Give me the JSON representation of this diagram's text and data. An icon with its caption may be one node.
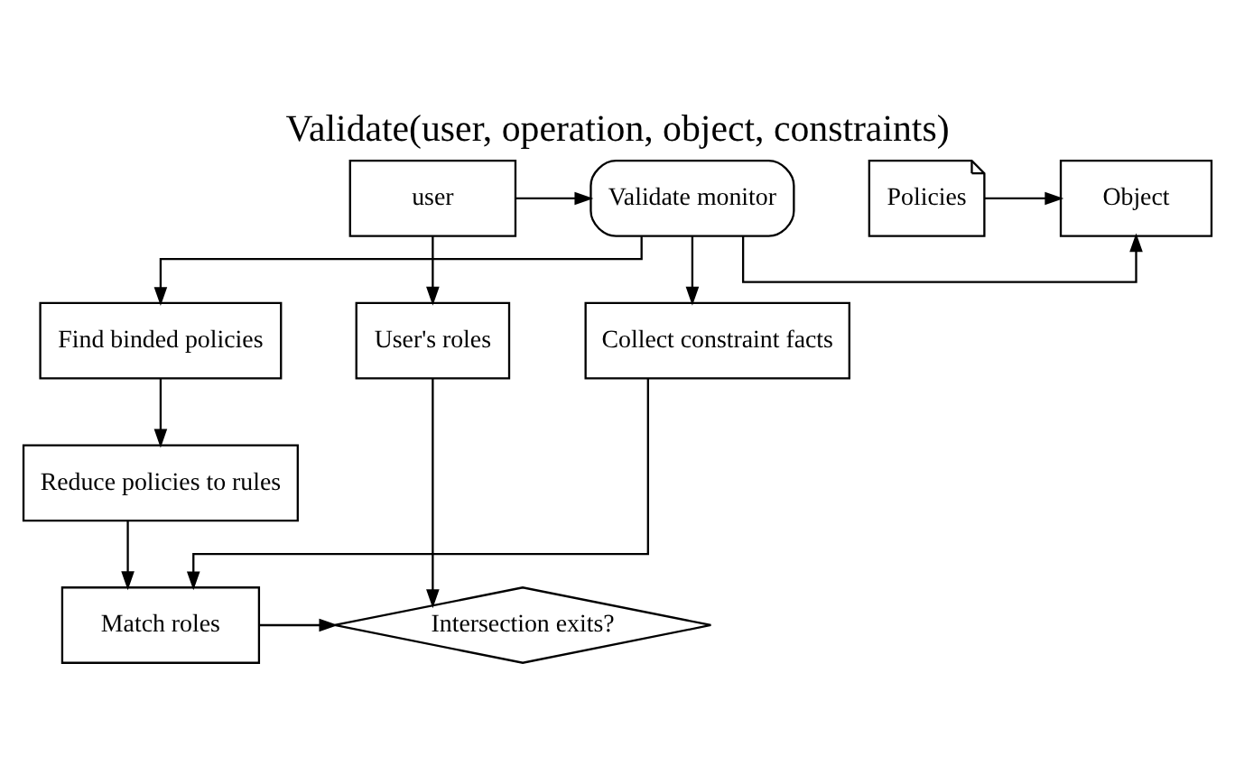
{
  "diagram": {
    "title": "Validate(user, operation, object, constraints)",
    "nodes": [
      {
        "text": [
          "user"
        ]
      },
      {
        "text": [
          "Validate monitor"
        ]
      },
      {
        "text": [
          "Object"
        ]
      },
      {
        "text": [
          "Policies"
        ]
      },
      {
        "text": [
          "User's roles"
        ]
      },
      {
        "text": [
          "Collect constraint facts"
        ]
      },
      {
        "text": [
          "Find binded policies"
        ]
      },
      {
        "text": [
          "Reduce policies to rules"
        ]
      },
      {
        "text": [
          "Match roles"
        ]
      },
      {
        "text": [
          "Intersection exits?"
        ]
      }
    ],
    "edges": [
      {
        "from": 0,
        "to": 1,
        "arrow": "to"
      },
      {
        "from": 1,
        "to": 2,
        "arrow": "to"
      },
      {
        "from": 3,
        "to": 2,
        "arrow": "to"
      },
      {
        "from": 0,
        "to": 4,
        "arrow": "to"
      },
      {
        "from": 1,
        "to": 5,
        "arrow": "to"
      },
      {
        "from": 1,
        "to": 6,
        "arrow": "to"
      },
      {
        "from": 6,
        "to": 7,
        "arrow": "to"
      },
      {
        "from": 7,
        "to": 8,
        "arrow": "to"
      },
      {
        "from": 5,
        "to": 8,
        "arrow": "to"
      },
      {
        "from": 4,
        "to": 9,
        "arrow": "to"
      },
      {
        "from": 8,
        "to": 9,
        "arrow": "to"
      }
    ]
  }
}
